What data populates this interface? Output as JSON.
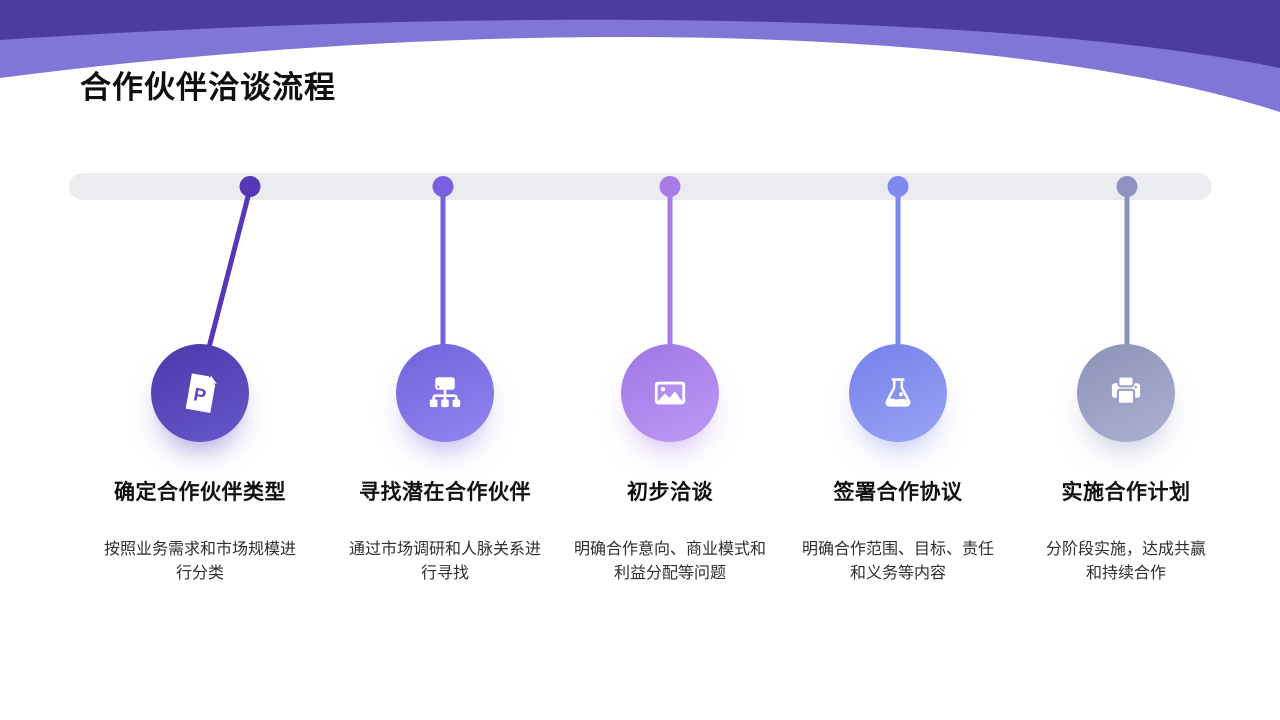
{
  "slide_title": "合作伙伴洽谈流程",
  "header": {
    "wave_dark": "#4c3ba0",
    "wave_light": "#8176d6"
  },
  "timeline": {
    "bar_color": "#ebecef"
  },
  "steps": [
    {
      "title": "确定合作伙伴类型",
      "desc": "按照业务需求和市场规模进行分类",
      "icon": "document-p-icon",
      "colors": {
        "accent": "#5637b7",
        "grad_a": "#4a39a9",
        "grad_b": "#6657cb",
        "detail": "#5a49c0"
      }
    },
    {
      "title": "寻找潜在合作伙伴",
      "desc": "通过市场调研和人脉关系进行寻找",
      "icon": "org-chart-icon",
      "colors": {
        "accent": "#7a5fe0",
        "grad_a": "#7162dc",
        "grad_b": "#9385f0",
        "detail": "#8376e6"
      }
    },
    {
      "title": "初步洽谈",
      "desc": "明确合作意向、商业模式和利益分配等问题",
      "icon": "image-icon",
      "colors": {
        "accent": "#a77ce9",
        "grad_a": "#9f76e4",
        "grad_b": "#bd9af5",
        "detail": "#b28ff0"
      }
    },
    {
      "title": "签署合作协议",
      "desc": "明确合作范围、目标、责任和义务等内容",
      "icon": "flask-icon",
      "colors": {
        "accent": "#7f88ef",
        "grad_a": "#7680ea",
        "grad_b": "#99a3f4",
        "detail": "#8c95f0"
      }
    },
    {
      "title": "实施合作计划",
      "desc": "分阶段实施，达成共赢和持续合作",
      "icon": "printer-icon",
      "colors": {
        "accent": "#8e93bf",
        "grad_a": "#8c91b8",
        "grad_b": "#acb1d3",
        "detail": "#9ba0c8"
      }
    }
  ]
}
